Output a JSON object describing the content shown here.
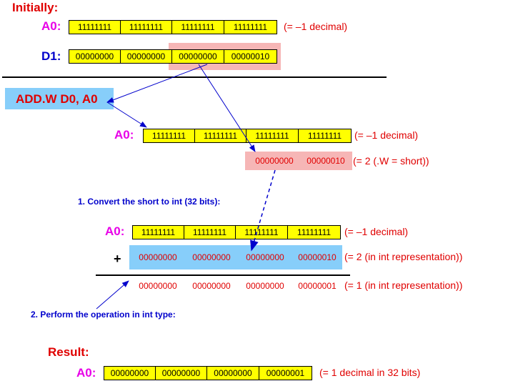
{
  "headings": {
    "initially": "Initially:",
    "result": "Result:"
  },
  "registers": {
    "a0_initial": {
      "label": "A0:",
      "bytes": [
        "11111111",
        "11111111",
        "11111111",
        "11111111"
      ],
      "note": "(= –1  decimal)"
    },
    "d1": {
      "label": "D1:",
      "bytes": [
        "00000000",
        "00000000",
        "00000000",
        "00000010"
      ]
    },
    "a0_second": {
      "label": "A0:",
      "bytes": [
        "11111111",
        "11111111",
        "11111111",
        "11111111"
      ],
      "note": "(= –1  decimal)"
    },
    "short_value": {
      "bytes": [
        "00000000",
        "00000010"
      ],
      "note": "(=  2  (.W = short))"
    },
    "a0_third": {
      "label": "A0:",
      "bytes": [
        "11111111",
        "11111111",
        "11111111",
        "11111111"
      ],
      "note": "(= –1  decimal)"
    },
    "int_value": {
      "bytes": [
        "00000000",
        "00000000",
        "00000000",
        "00000010"
      ],
      "note": "(=  2  (in int representation))"
    },
    "sum_value": {
      "bytes": [
        "00000000",
        "00000000",
        "00000000",
        "00000001"
      ],
      "note": "(=  1  (in int representation))"
    },
    "a0_result": {
      "label": "A0:",
      "bytes": [
        "00000000",
        "00000000",
        "00000000",
        "00000001"
      ],
      "note": "(=  1  decimal in 32 bits)"
    }
  },
  "instruction": "ADD.W  D0, A0",
  "plus": "+",
  "steps": {
    "step1": "1. Convert the short to int (32 bits):",
    "step2": "2. Perform the operation in int type:"
  },
  "colors": {
    "red": "#e00000",
    "magenta": "#e800e8",
    "blue": "#0000cc",
    "yellow": "#ffff00",
    "pink": "#f6b6b6",
    "lightblue": "#87cefa"
  }
}
